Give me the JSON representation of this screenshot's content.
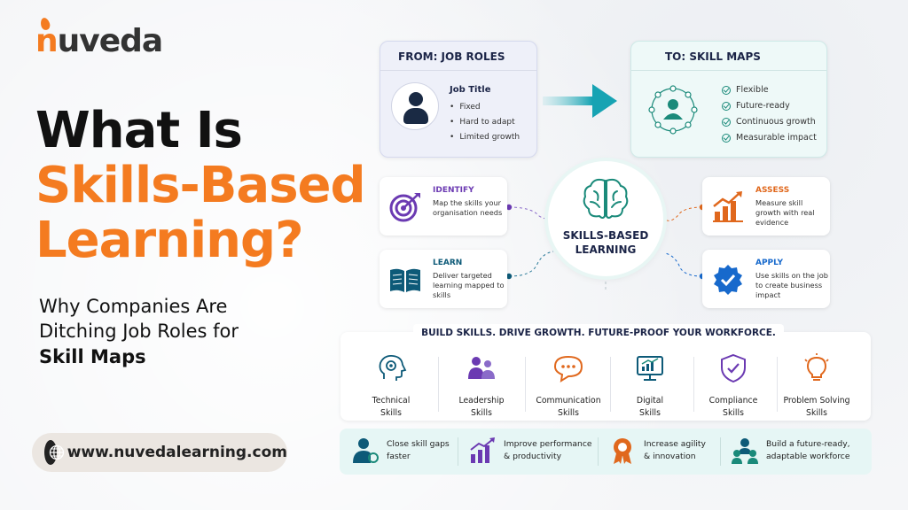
{
  "brand": {
    "logo_text_n": "n",
    "logo_text_rest": "uveda",
    "accent": "#f47b20"
  },
  "headline": {
    "line1": "What Is",
    "line2": "Skills-Based",
    "line3": "Learning?"
  },
  "subhead": {
    "line1": "Why Companies Are",
    "line2": "Ditching Job Roles for",
    "line3": "Skill Maps"
  },
  "url": "www.nuvedalearning.com",
  "from_card": {
    "title": "FROM: JOB ROLES",
    "job_title": "Job Title",
    "points": [
      "Fixed",
      "Hard to adapt",
      "Limited growth"
    ]
  },
  "to_card": {
    "title": "TO: SKILL MAPS",
    "points": [
      "Flexible",
      "Future-ready",
      "Continuous growth",
      "Measurable impact"
    ]
  },
  "hub": {
    "line1": "SKILLS-BASED",
    "line2": "LEARNING"
  },
  "steps": {
    "identify": {
      "title": "IDENTIFY",
      "desc": "Map the skills your organisation needs"
    },
    "learn": {
      "title": "LEARN",
      "desc": "Deliver targeted learning mapped to skills"
    },
    "assess": {
      "title": "ASSESS",
      "desc": "Measure skill growth with real evidence"
    },
    "apply": {
      "title": "APPLY",
      "desc": "Use skills on the job to create business impact"
    }
  },
  "skills_band": {
    "title": "BUILD SKILLS. DRIVE GROWTH. FUTURE-PROOF YOUR WORKFORCE.",
    "skills": [
      {
        "line1": "Technical",
        "line2": "Skills",
        "icon": "brain-gear-icon"
      },
      {
        "line1": "Leadership",
        "line2": "Skills",
        "icon": "people-icon"
      },
      {
        "line1": "Communication",
        "line2": "Skills",
        "icon": "speech-bubble-icon"
      },
      {
        "line1": "Digital",
        "line2": "Skills",
        "icon": "monitor-chart-icon"
      },
      {
        "line1": "Compliance",
        "line2": "Skills",
        "icon": "shield-check-icon"
      },
      {
        "line1": "Problem Solving",
        "line2": "Skills",
        "icon": "lightbulb-icon"
      }
    ]
  },
  "outcomes": [
    {
      "line1": "Close skill gaps",
      "line2": "faster",
      "icon": "person-gear-icon"
    },
    {
      "line1": "Improve performance",
      "line2": "& productivity",
      "icon": "bar-growth-icon"
    },
    {
      "line1": "Increase agility",
      "line2": "& innovation",
      "icon": "award-badge-icon"
    },
    {
      "line1": "Build a future-ready,",
      "line2": "adaptable workforce",
      "icon": "team-icon"
    }
  ]
}
